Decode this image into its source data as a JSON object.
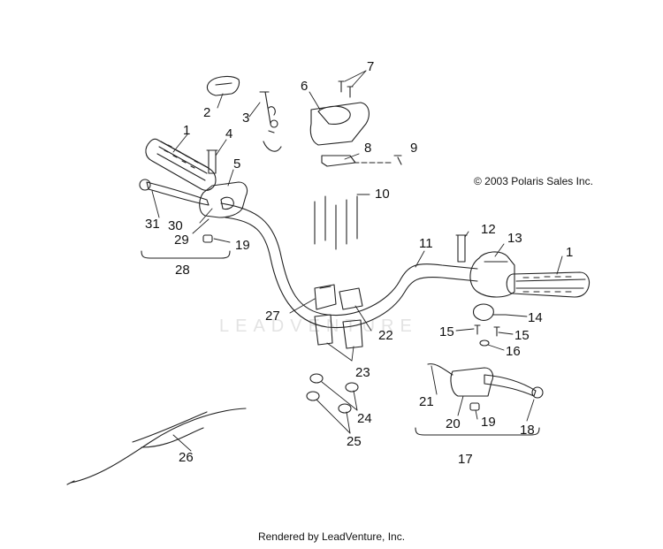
{
  "copyright": "© 2003 Polaris Sales Inc.",
  "footer": "Rendered by LeadVenture, Inc.",
  "watermark": "LEADVENTURE",
  "colors": {
    "line": "#222222",
    "watermark": "#e3e3e3"
  },
  "parts": [
    "1",
    "2",
    "3",
    "4",
    "5",
    "6",
    "7",
    "8",
    "9",
    "10",
    "11",
    "12",
    "13",
    "14",
    "15",
    "16",
    "17",
    "18",
    "19",
    "20",
    "21",
    "22",
    "23",
    "24",
    "25",
    "26",
    "27",
    "28",
    "29",
    "30",
    "31"
  ],
  "callouts": {
    "c1a": "1",
    "c1b": "1",
    "c2": "2",
    "c3": "3",
    "c4": "4",
    "c5": "5",
    "c6": "6",
    "c7": "7",
    "c8": "8",
    "c9": "9",
    "c10": "10",
    "c11": "11",
    "c12": "12",
    "c13": "13",
    "c14": "14",
    "c15a": "15",
    "c15b": "15",
    "c16": "16",
    "c17": "17",
    "c18": "18",
    "c19a": "19",
    "c19b": "19",
    "c20": "20",
    "c21": "21",
    "c22": "22",
    "c23": "23",
    "c24": "24",
    "c25": "25",
    "c26": "26",
    "c27": "27",
    "c28": "28",
    "c29": "29",
    "c30": "30",
    "c31": "31"
  }
}
